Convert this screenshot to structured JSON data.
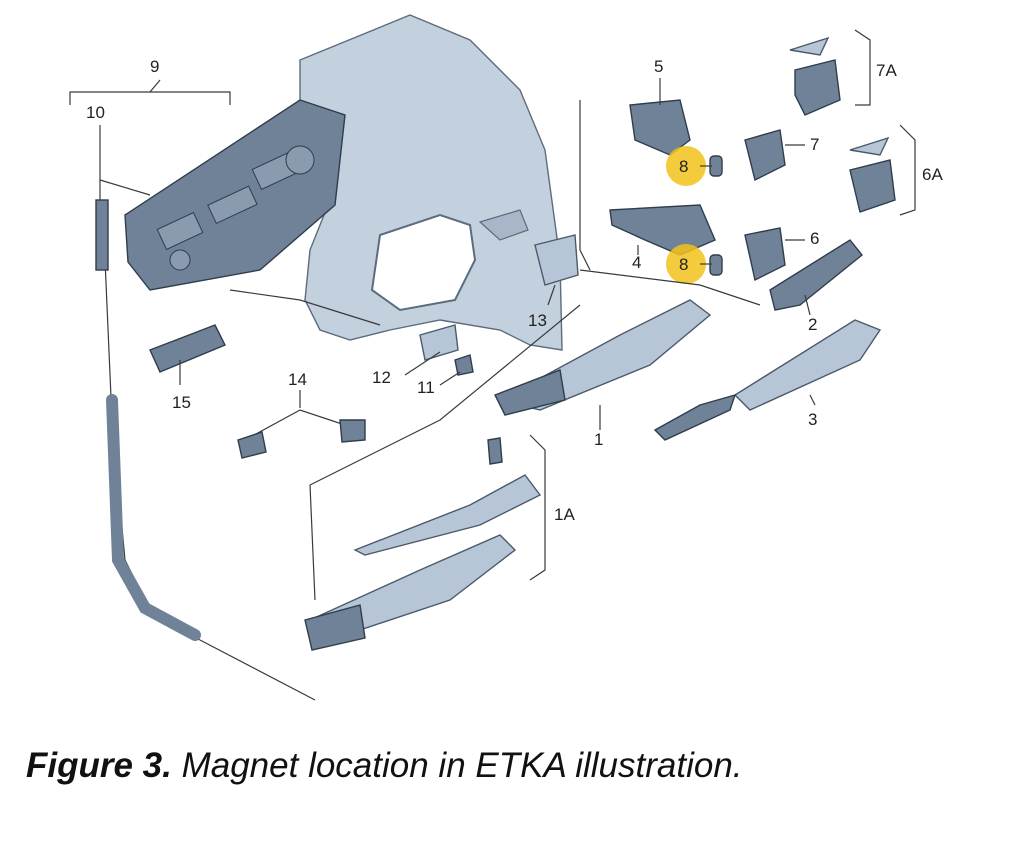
{
  "labels": {
    "l9": "9",
    "l10": "10",
    "l5": "5",
    "l7A": "7A",
    "l7": "7",
    "l6A": "6A",
    "l8a": "8",
    "l8b": "8",
    "l4": "4",
    "l6": "6",
    "l2": "2",
    "l13": "13",
    "l12": "12",
    "l11": "11",
    "l14": "14",
    "l15": "15",
    "l1": "1",
    "l3": "3",
    "l1A": "1A"
  },
  "caption": {
    "prefix": "Figure 3.",
    "text": " Magnet location in ETKA illustration."
  },
  "colors": {
    "highlight": "#f2c21b",
    "part_fill": "#b7c6d6",
    "part_dark": "#6f8297"
  }
}
